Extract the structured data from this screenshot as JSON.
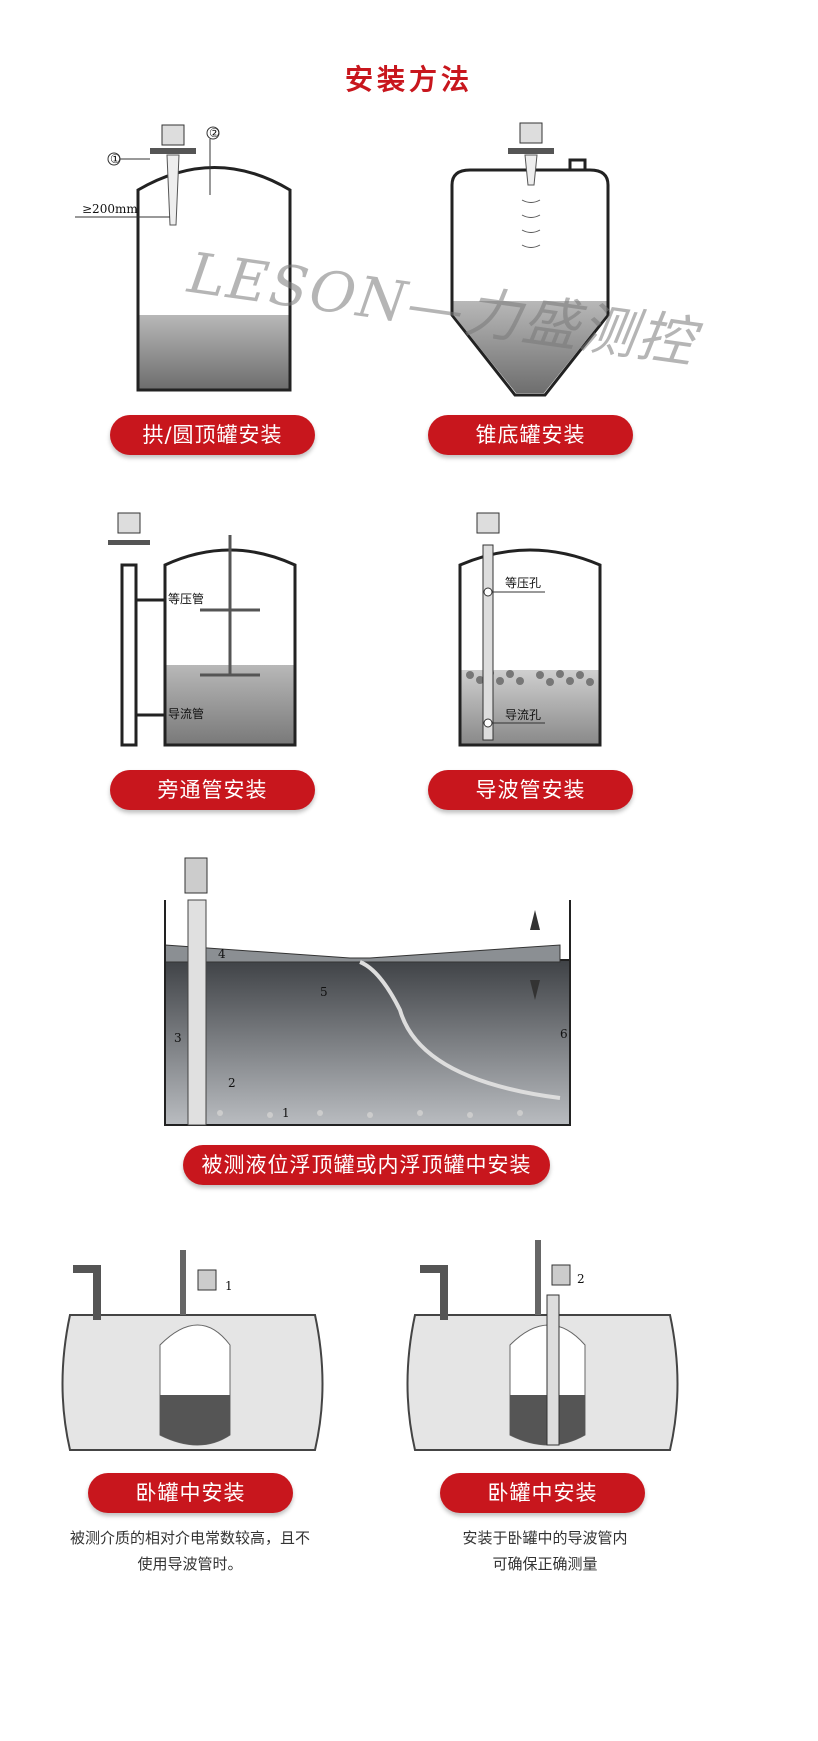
{
  "title": "安装方法",
  "watermark": "LESON—力盛测控",
  "sections": [
    {
      "label": "拱/圆顶罐安装",
      "annotations": [
        "①",
        "②",
        "≥200mm"
      ]
    },
    {
      "label": "锥底罐安装"
    },
    {
      "label": "旁通管安装",
      "annotations": [
        "等压管",
        "导流管"
      ]
    },
    {
      "label": "导波管安装",
      "annotations": [
        "等压孔",
        "导流孔"
      ]
    },
    {
      "label": "被测液位浮顶罐或内浮顶罐中安装",
      "annotations": [
        "1",
        "2",
        "3",
        "4",
        "5",
        "6"
      ]
    },
    {
      "label": "卧罐中安装",
      "caption_lines": [
        "被测介质的相对介电常数较高，且不",
        "使用导波管时。"
      ],
      "annotations": [
        "1"
      ]
    },
    {
      "label": "卧罐中安装",
      "caption_lines": [
        "安装于卧罐中的导波管内",
        "可确保正确测量"
      ],
      "annotations": [
        "2"
      ]
    }
  ],
  "colors": {
    "accent": "#c8161d",
    "liquid": "#8d8d8d",
    "tank_outline": "#222222"
  }
}
